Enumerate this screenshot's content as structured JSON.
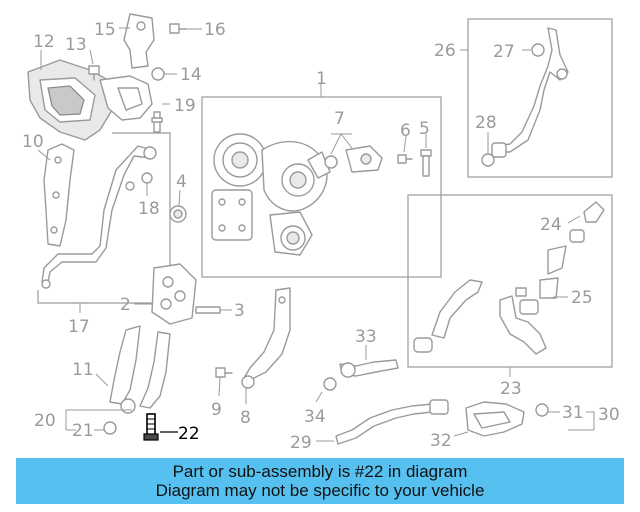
{
  "callouts": [
    "1",
    "2",
    "3",
    "4",
    "5",
    "6",
    "7",
    "8",
    "9",
    "10",
    "11",
    "12",
    "13",
    "14",
    "15",
    "16",
    "17",
    "18",
    "19",
    "20",
    "21",
    "22",
    "23",
    "24",
    "25",
    "26",
    "27",
    "28",
    "29",
    "30",
    "31",
    "32",
    "33",
    "34"
  ],
  "highlighted_part": "22",
  "banner": {
    "line1": "Part or sub-assembly is #22 in diagram",
    "line2": "Diagram may not be specific to your vehicle"
  },
  "colors": {
    "banner_bg": "#56c1f0",
    "line_art": "#9a9a9a",
    "highlight": "#000000"
  }
}
